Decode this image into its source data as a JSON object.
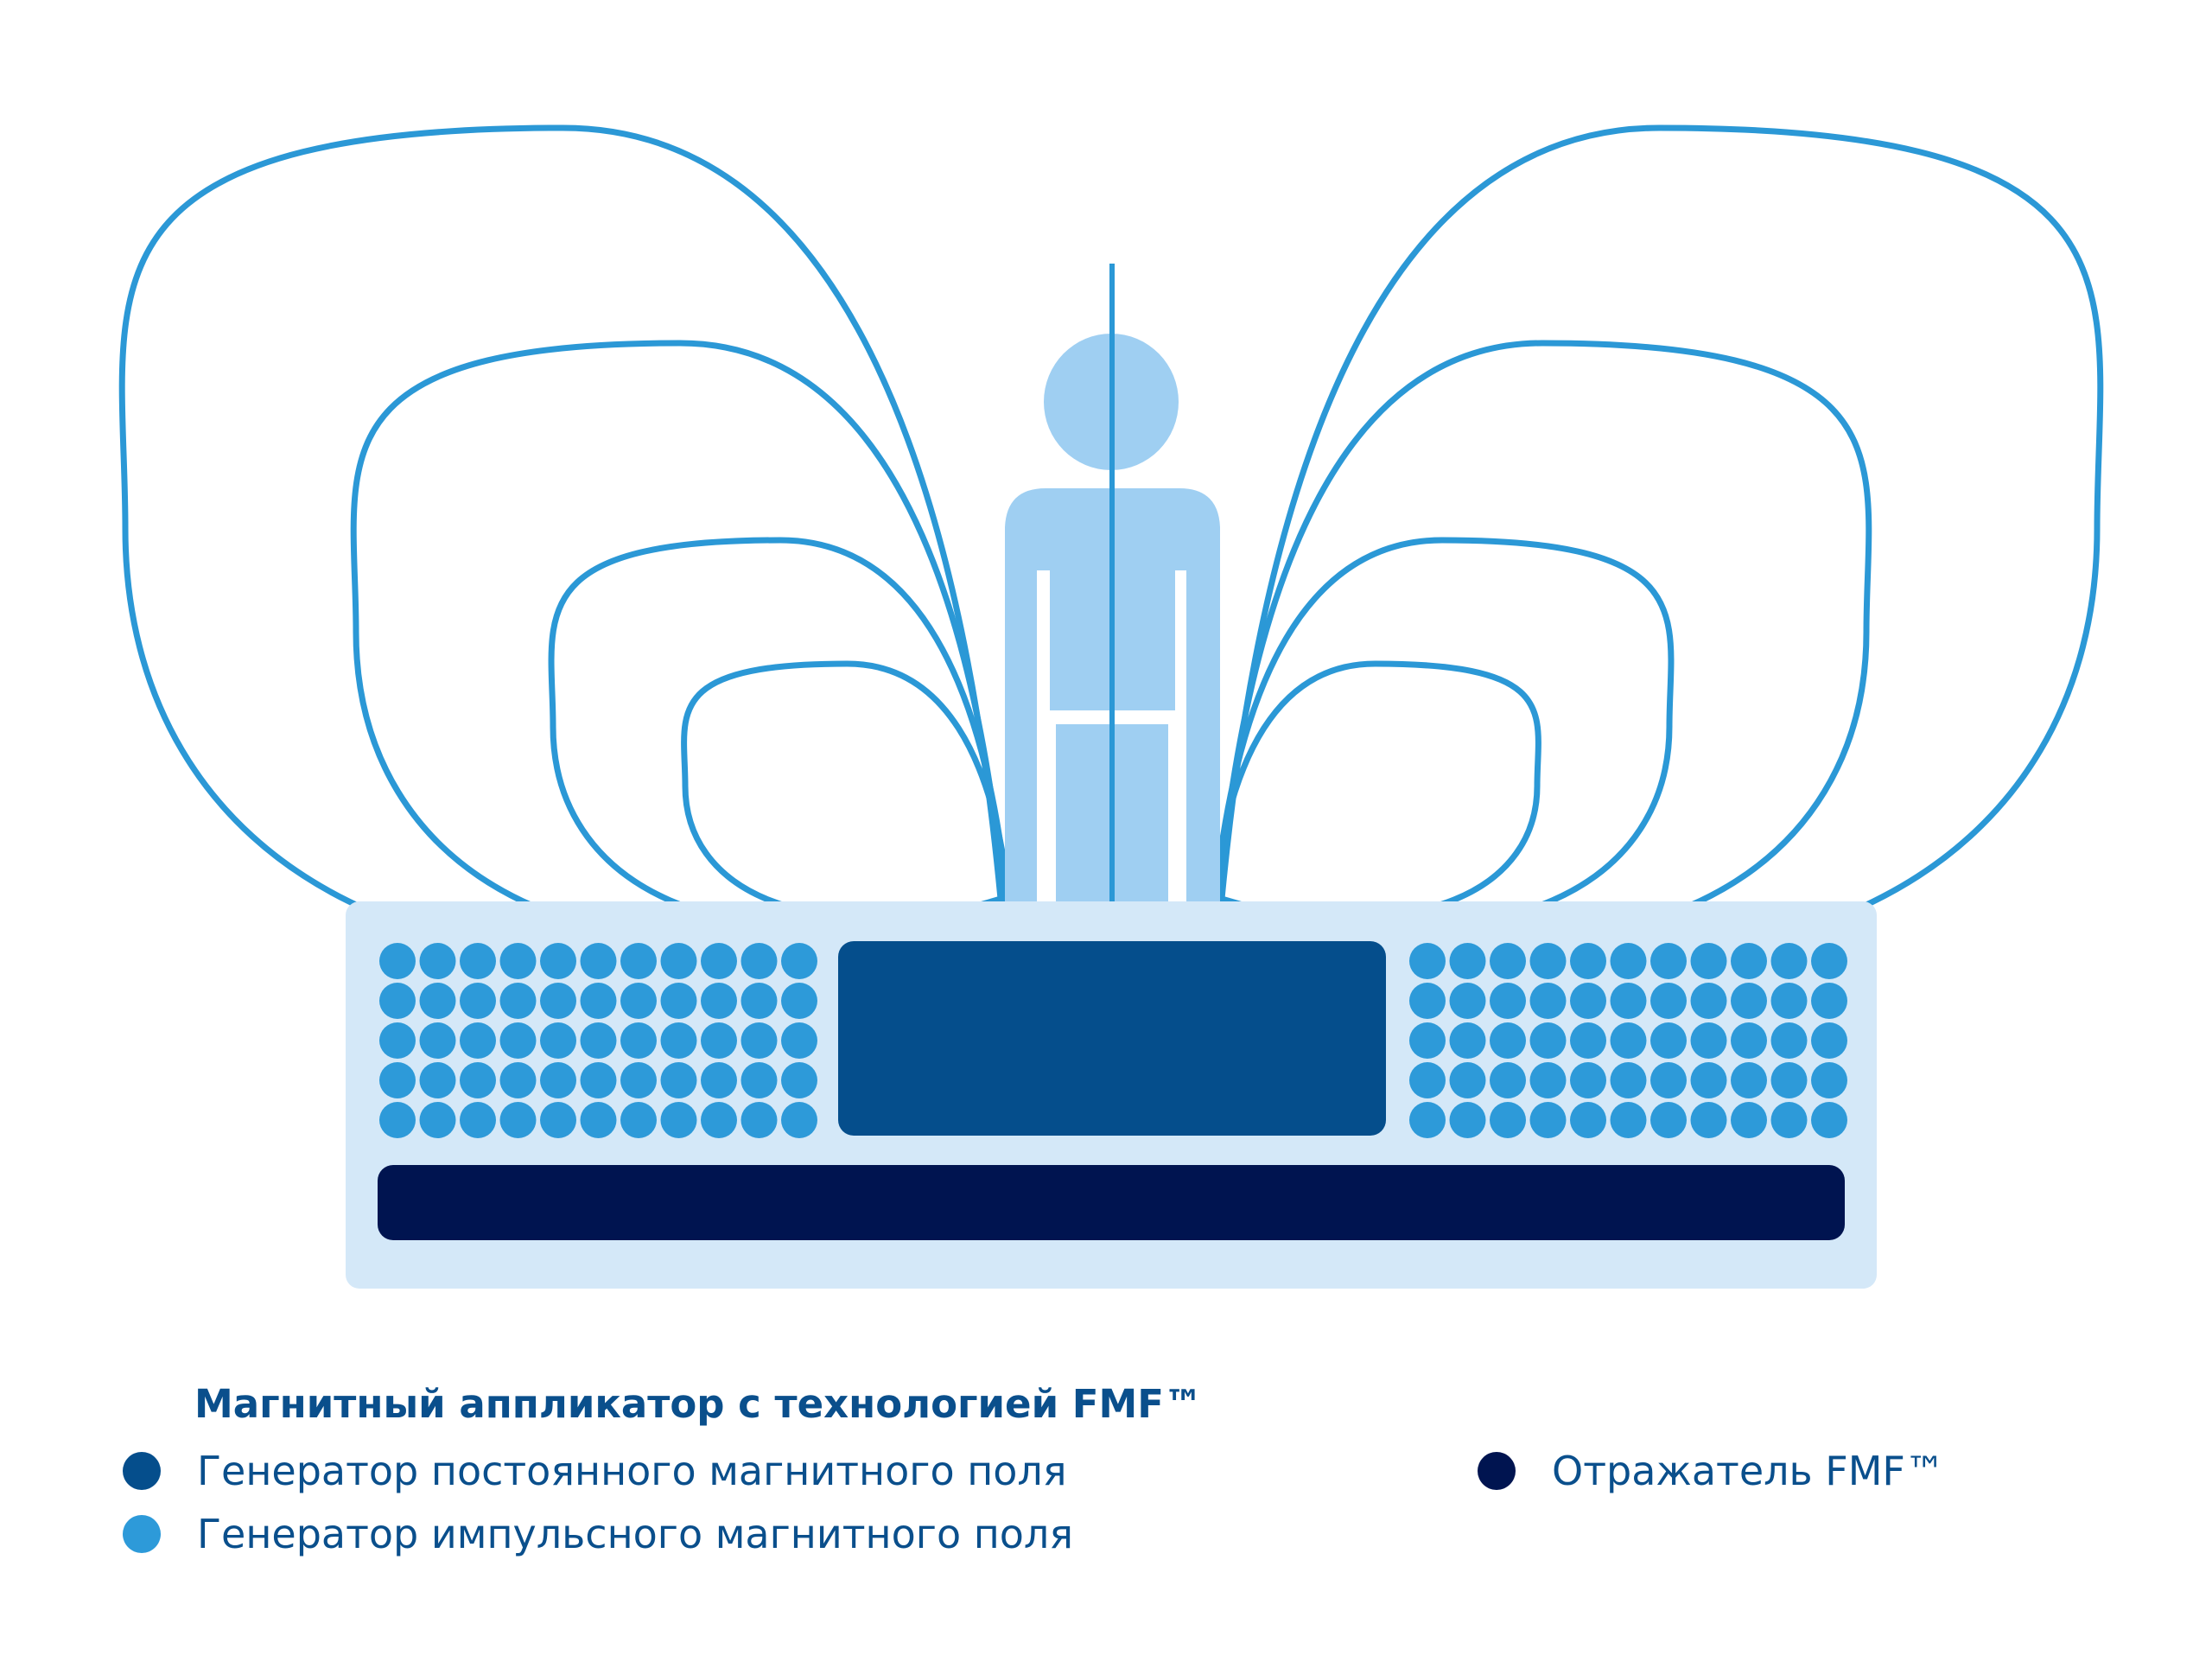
{
  "legend": {
    "title": "Магнитный аппликатор с технологией FMF™",
    "items": [
      {
        "label": "Генератор постоянного магнитного поля",
        "color": "#054e8c"
      },
      {
        "label": "Генератор импульсного магнитного поля",
        "color": "#2d9ad9"
      },
      {
        "label": "Отражатель FMF™",
        "color": "#001450"
      }
    ]
  },
  "colors": {
    "field_lines": "#2b98d6",
    "figure": "#9fcff2",
    "applicator_body": "#d4e8f8",
    "static_generator": "#054e8c",
    "pulse_generator": "#2d9ad9",
    "reflector": "#001450"
  },
  "icons": [
    "magnetic-field-lines",
    "human-figure-icon"
  ]
}
